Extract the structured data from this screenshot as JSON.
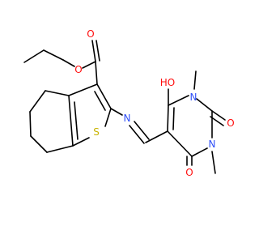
{
  "molecule": {
    "atoms": {
      "o_ester_carbonyl": "O",
      "o_ester_alkoxy": "O",
      "s_thiophene": "S",
      "n_imine": "N",
      "o_hydroxy": "HO",
      "n1_ring": "N",
      "n3_ring": "N",
      "o_c2": "O",
      "o_c4": "O"
    },
    "colors": {
      "bond": "#000000",
      "oxygen": "#ff0d0d",
      "nitrogen": "#3050f8",
      "sulfur": "#c8b400"
    }
  }
}
